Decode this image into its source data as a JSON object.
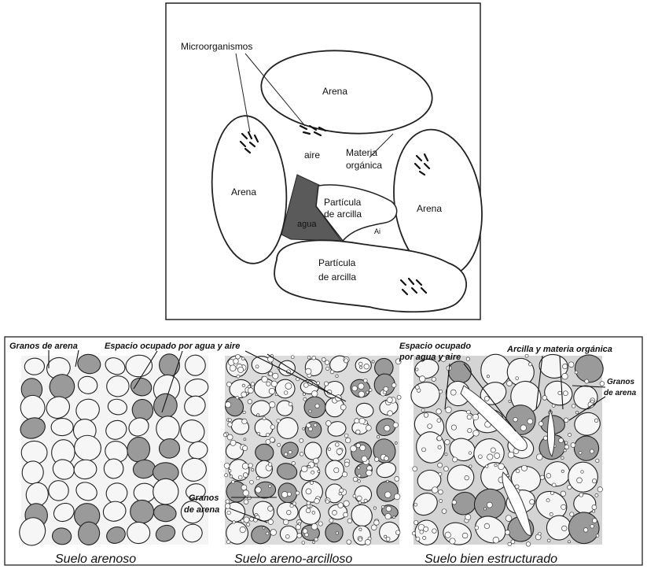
{
  "top_diagram": {
    "microorganismos": "Microorganismos",
    "arena_top": "Arena",
    "arena_left": "Arena",
    "arena_right": "Arena",
    "aire": "aire",
    "materia_1": "Materia",
    "materia_2": "orgánica",
    "particula_inner_1": "Partícula",
    "particula_inner_2": "de arcilla",
    "agua": "agua",
    "aire_small": "Ai",
    "particula_bottom_1": "Partícula",
    "particula_bottom_2": "de arcilla"
  },
  "bottom_panels": {
    "granos_de_arena_tl": "Granos de arena",
    "espacio_agua_aire_1": "Espacio ocupado por agua y aire",
    "espacio_agua_aire_2a": "Espacio ocupado",
    "espacio_agua_aire_2b": "por agua y aire",
    "arcilla_materia": "Arcilla y materia orgánica",
    "granos_right_1": "Granos",
    "granos_right_2": "de arena",
    "granos_mid_1": "Granos",
    "granos_mid_2": "de arena",
    "caption_1": "Suelo arenoso",
    "caption_2": "Suelo areno-arcilloso",
    "caption_3": "Suelo bien estructurado"
  }
}
